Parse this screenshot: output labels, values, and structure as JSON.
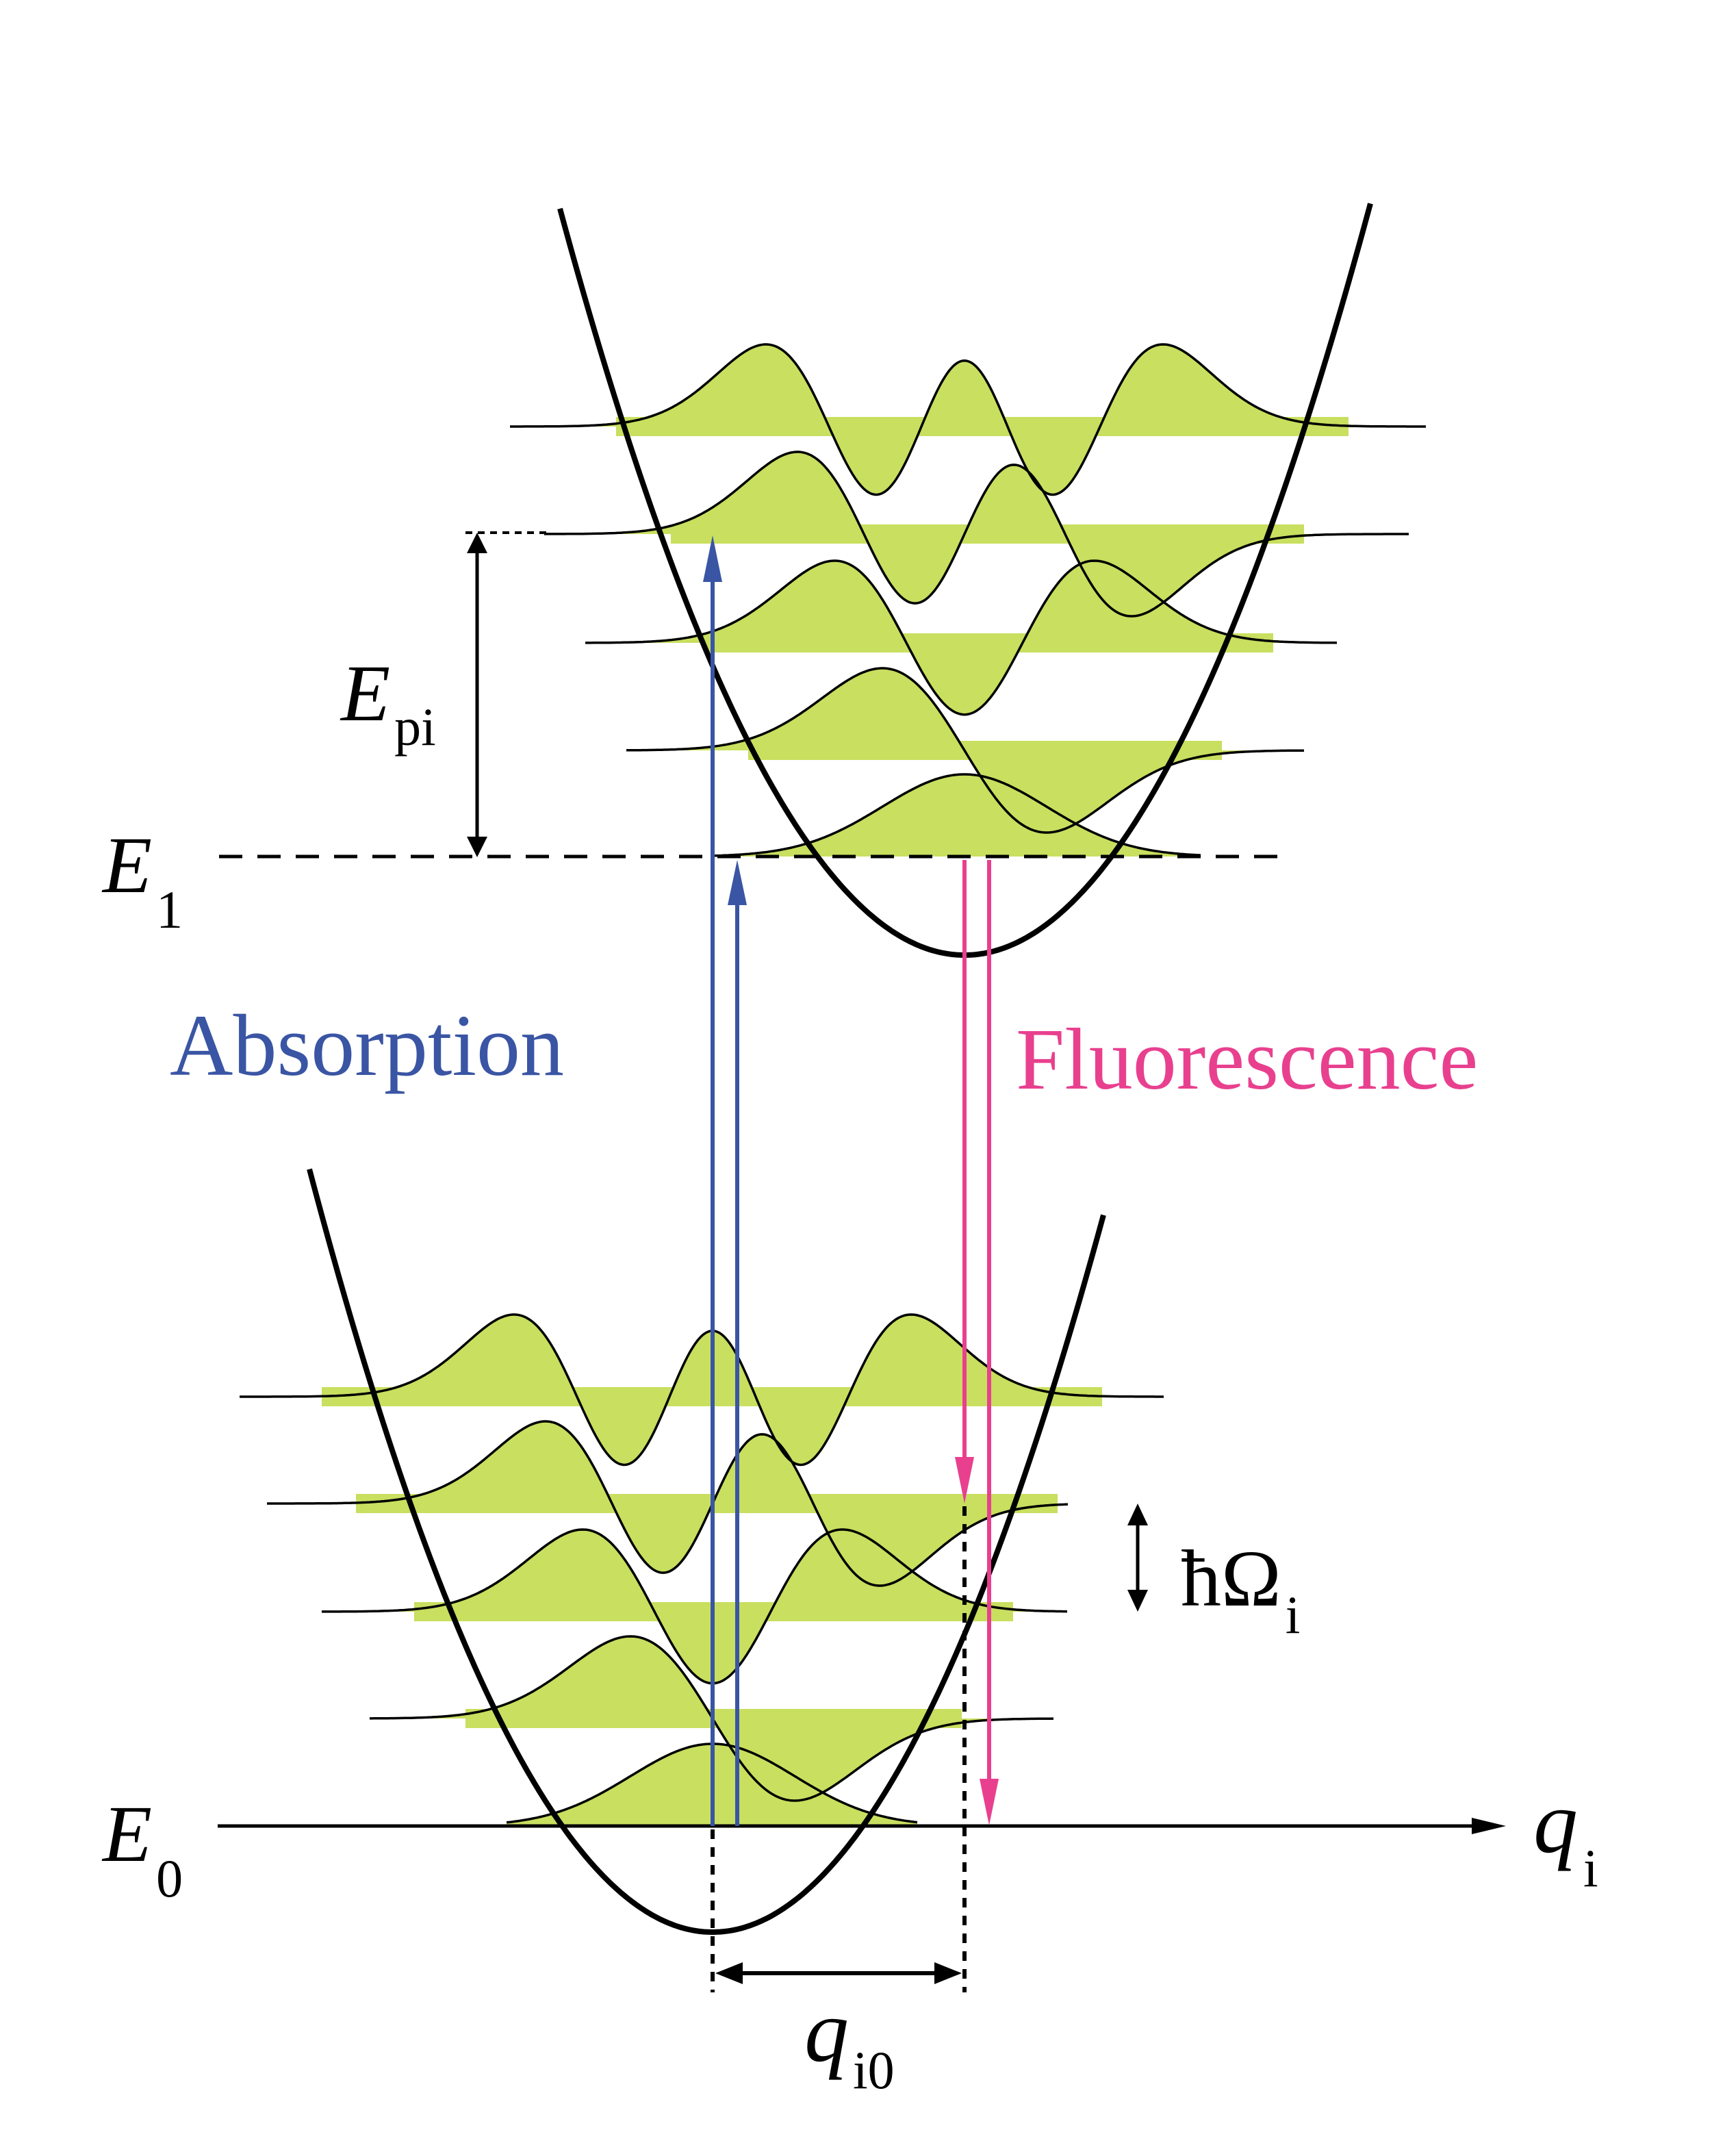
{
  "labels": {
    "e1_main": "E",
    "e1_sub": "1",
    "e0_main": "E",
    "e0_sub": "0",
    "epi_main": "E",
    "epi_sub": "pi",
    "hbar_main": "ħΩ",
    "hbar_sub": "i",
    "qi_main": "q",
    "qi_sub": "i",
    "qi0_main": "q",
    "qi0_sub": "i0",
    "absorption": "Absorption",
    "fluorescence": "Fluorescence"
  },
  "colors": {
    "absorption": "#3a55a4",
    "fluorescence": "#e8408f",
    "fill": "#c8df5f",
    "line": "#000000"
  }
}
